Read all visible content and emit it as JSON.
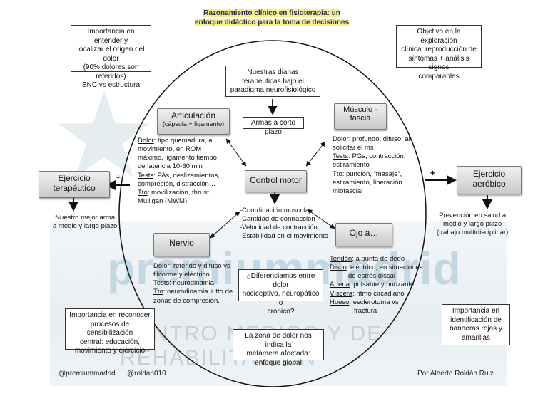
{
  "title": {
    "line1": "Razonamiento clínico en fisioterapia: un",
    "line2": "enfoque didáctico para la toma de decisiones"
  },
  "top_left_note": [
    "Importancia en entender y",
    "localizar el origen del dolor",
    "(90% dolores son referidos)",
    "SNC vs estructura"
  ],
  "top_right_note": [
    "Objetivo en la exploración",
    "clínica: reproducción de",
    "síntomas + análisis signos",
    "comparables"
  ],
  "dianas_box": [
    "Nuestras dianas",
    "terapéuticas bajo el",
    "paradigma neurofisiológico"
  ],
  "armas_box": "Armas a corto plazo",
  "articulacion": {
    "title": "Articulación",
    "subtitle": "(cápsula + ligamento)",
    "lines": [
      {
        "label": "Dolor",
        "text": ": tipo quemadura, al"
      },
      {
        "label": "",
        "text": "movimiento, en ROM"
      },
      {
        "label": "",
        "text": "máximo, ligamento tiempo"
      },
      {
        "label": "",
        "text": "de latencia 10-60 min"
      },
      {
        "label": "Tests",
        "text": ": PAs, deslizamientos,"
      },
      {
        "label": "",
        "text": "compresión, distracción…"
      },
      {
        "label": "Tto",
        "text": ": movilización, thrust,"
      },
      {
        "label": "",
        "text": "Mulligan (MWM)."
      }
    ]
  },
  "musculo": {
    "title_line1": "Músculo -",
    "title_line2": "fascia",
    "lines": [
      {
        "label": "Dolor",
        "text": ": profundo, difuso, al"
      },
      {
        "label": "",
        "text": "solicitar el ms"
      },
      {
        "label": "Tests",
        "text": ": PGs, contracción,"
      },
      {
        "label": "",
        "text": "estiramiento"
      },
      {
        "label": "Tto",
        "text": ": punción, “masaje”,"
      },
      {
        "label": "",
        "text": "estiramiento, liberación"
      },
      {
        "label": "",
        "text": "miofascial"
      }
    ]
  },
  "control_motor": {
    "title": "Control motor",
    "items": [
      "-Coordinación muscular",
      "-Cantidad de contracción",
      "-Velocidad de contracción",
      "-Estabilidad en el movimiento"
    ]
  },
  "nervio": {
    "title": "Nervio",
    "lines": [
      {
        "label": "Dolor",
        "text": ": referido y difuso vs"
      },
      {
        "label": "",
        "text": "filiforme y eléctrico."
      },
      {
        "label": "Tests",
        "text": ": neurodinamia"
      },
      {
        "label": "Tto",
        "text": ": neurodinamia + tto de"
      },
      {
        "label": "",
        "text": "zonas de compresión."
      }
    ]
  },
  "ojo": {
    "title": "Ojo a…",
    "lines": [
      {
        "label": "Tendón",
        "text": ": a punta de dedo"
      },
      {
        "label": "Disco",
        "text": ": eléctrico,  en situaciones"
      },
      {
        "label": "",
        "text": "de estrés discal"
      },
      {
        "label": "Arteria",
        "text": ": pulsante y punzante"
      },
      {
        "label": "Víscera",
        "text": ": ritmo circadiano"
      },
      {
        "label": "Hueso",
        "text": ": esclerotoma vs"
      },
      {
        "label": "",
        "text": "fractura"
      }
    ]
  },
  "diferenciamos_box": [
    "¿Diferenciamos entre dolor",
    "nociceptivo, neuropático o",
    "crónico?"
  ],
  "zona_box": [
    "La zona de dolor nos indica la",
    "metámera afectada:",
    "enfoque global"
  ],
  "ejercicio_terapeutico": {
    "title_line1": "Ejercicio",
    "title_line2": "terapéutico",
    "plus": "+",
    "note": [
      "Nuestro mejor arma",
      "a medio y largo plazo"
    ]
  },
  "ejercicio_aerobico": {
    "title_line1": "Ejercicio",
    "title_line2": "aeróbico",
    "plus": "+",
    "note": [
      "Prevención en salud a",
      "medio y largo plazo",
      "(trabajo multidisciplinar)"
    ]
  },
  "bottom_left_note": [
    "Importancia en reconocer",
    "procesos de sensibilización",
    "central: educación,",
    "movimiento y ejercicio"
  ],
  "bottom_right_note": [
    "Importancia en",
    "identificación de",
    "banderas rojas y",
    "amarillas"
  ],
  "watermark": {
    "big": "premiummadrid",
    "small": "CENTRO MEDICO Y DE REHABILITACION"
  },
  "footer": {
    "left1": "@premiummadrid",
    "left2": "@roldan010",
    "right": "Por Alberto Roldán Ruiz"
  },
  "colors": {
    "box_gradient_top": "#f0f0f0",
    "box_gradient_bottom": "#c9c9c9",
    "title_highlight": "#f6ef8a",
    "watermark": "#c3d7e3"
  }
}
